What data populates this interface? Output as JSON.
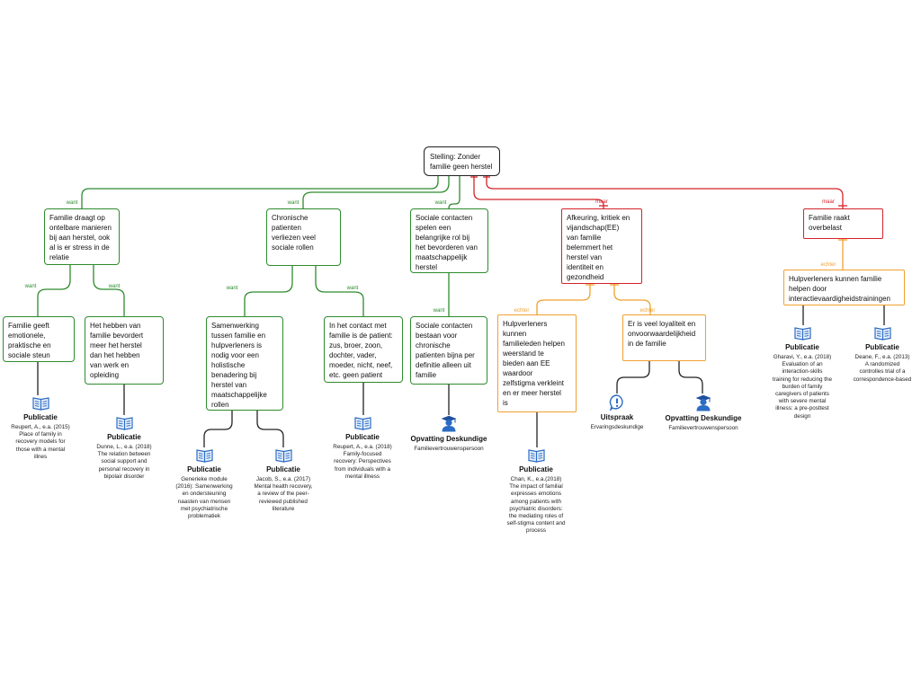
{
  "colors": {
    "green": "#2e8b2e",
    "red": "#d4232b",
    "orange": "#f0a030",
    "root_border": "#222222",
    "icon_blue": "#2b6cc4"
  },
  "root": {
    "text": "Stelling:      Zonder\nfamilie geen herstel"
  },
  "connector_labels": {
    "want": "want",
    "maar": "maar",
    "echter": "echter"
  },
  "nodes": {
    "familie_draagt": "Familie draagt op\nontelbare manieren\nbij aan herstel, ook\nal is er stress in de\nrelatie",
    "chronische": "Chronische\npatienten\nverliezen veel\nsociale rollen",
    "sociale_contacten": "Sociale contacten\nspelen een\nbelangrijke rol bij\nhet bevorderen van\nmaatschappelijk\nherstel",
    "afkeuring": "Afkeuring, kritiek en\nvijandschap(EE)\nvan familie\nbelemmert het\nherstel van\nidentiteit en\ngezondheid",
    "overbelast": "Familie raakt\noverbelast",
    "emotionele_steun": "Familie geeft\nemotionele,\npraktische en\nsociale steun",
    "bevordert": "Het hebben van\nfamilie bevordert\nmeer het herstel\ndan het hebben\nvan werk en\nopleiding",
    "samenwerking": "Samenwerking\ntussen familie en\nhulpverleners is\nnodig voor een\nholistische\nbenadering bij\nherstel van\nmaatschappelijke\nrollen",
    "in_contact": "In het contact met\nfamilie is de patient:\nzus, broer, zoon,\ndochter, vader,\nmoeder, nicht, neef,\netc. geen patient",
    "bestaan": "Sociale contacten\nbestaan voor\nchronische\npatienten  bijna per\ndefinitie alleen uit\nfamilie",
    "hulpverleners_weerstand": "Hulpverleners\nkunnen\nfamilieleden helpen\nweerstand te\nbieden aan EE\nwaardoor\nzelfstigma verkleint\nen er meer herstel\nis",
    "loyaliteit": "Er is veel loyaliteit en\nonvoorwaardelijkheid\nin de familie",
    "interactie": "Hulpverleners kunnen familie\nhelpen door\ninteractievaardigheidstrainingen"
  },
  "leaves": {
    "reupert2015": {
      "title": "Publicatie",
      "desc": "Reupert, A., e.a. (2015)\nPlace of family in\nrecovery models for\nthose with a mental\nillnes",
      "icon": "book-icon"
    },
    "dunne2018": {
      "title": "Publicatie",
      "desc": "Dunne, L., e.a. (2018)\nThe relation between\nsocial support and\npersonal recovery in\nbipolair disorder",
      "icon": "book-icon"
    },
    "generieke": {
      "title": "Publicatie",
      "desc": "Generieke module\n(2016): Samenwerking\nen ondersteuning\nnaasten van mensen\nmet psychiatrische\nproblematiek",
      "icon": "book-icon"
    },
    "jacob2017": {
      "title": "Publicatie",
      "desc": "Jacob, S., e.a. (2017)\nMental health recovery,\na review of the peer-\nreviewed published\nliterature",
      "icon": "book-icon"
    },
    "reupert2018": {
      "title": "Publicatie",
      "desc": "Reupert, A., e.a. (2018)\nFamily-focused\nrecovery: Perspectives\nfrom individuals with a\nmental illness",
      "icon": "book-icon"
    },
    "opvatting1": {
      "title": "Opvatting Deskundige",
      "desc": "Familievertrouwenspersoon",
      "icon": "expert-icon"
    },
    "chan2018": {
      "title": "Publicatie",
      "desc": "Chan, K., e.a.(2018)\nThe impact of familial\nexpresses emotions\namong patients with\npsychiatric disorders:\nthe mediating roles of\nself-stigma content and\nprocess",
      "icon": "book-icon"
    },
    "uitspraak": {
      "title": "Uitspraak",
      "desc": "Ervaringsdeskundige",
      "icon": "exclamation-icon"
    },
    "opvatting2": {
      "title": "Opvatting Deskundige",
      "desc": "Familievertrouwenspersoon",
      "icon": "expert-icon"
    },
    "gharavi2018": {
      "title": "Publicatie",
      "desc": "Gharavi, Y., e.a. (2018)\nEvaluation of an\ninteraction-skills\ntraining for reducing the\nburden of family\ncaregivers of patients\nwith severe mental\nillness: a pre-posttest\ndesign",
      "icon": "book-icon"
    },
    "deane2013": {
      "title": "Publicatie",
      "desc": "Deane, F., e.a. (2013)\nA randomized\ncontrolles trial of a\ncorrespondence-based",
      "icon": "book-icon"
    }
  }
}
